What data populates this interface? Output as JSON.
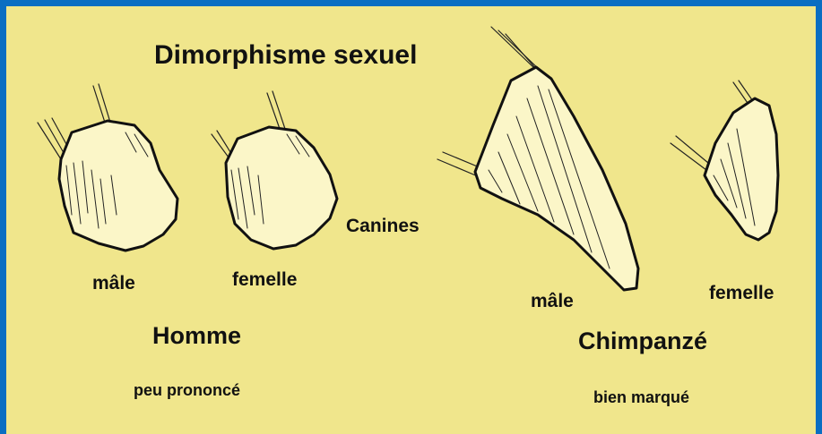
{
  "figure": {
    "title": "Dimorphisme sexuel",
    "center_label": "Canines",
    "background_color": "#f0e68c",
    "border_color": "#0a6ec2",
    "tooth_fill": "#fbf6c8",
    "groups": [
      {
        "species": "Homme",
        "description": "peu prononcé",
        "male_label": "mâle",
        "female_label": "femelle"
      },
      {
        "species": "Chimpanzé",
        "description": "bien marqué",
        "male_label": "mâle",
        "female_label": "femelle"
      }
    ]
  }
}
